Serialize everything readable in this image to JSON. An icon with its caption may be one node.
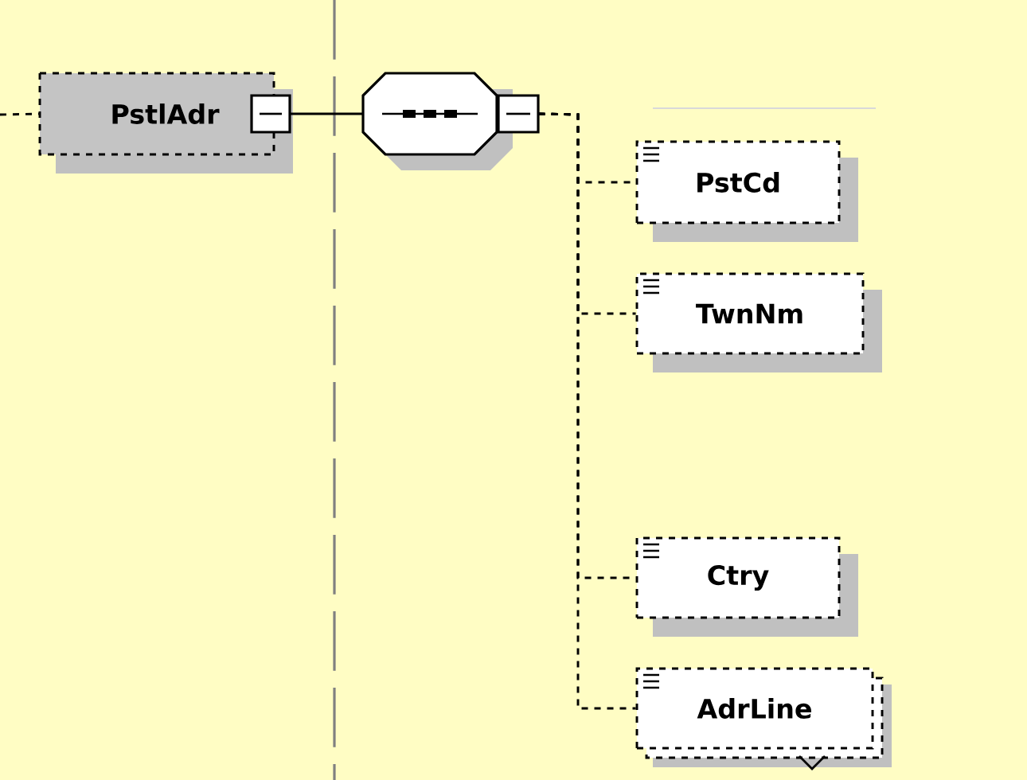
{
  "diagram": {
    "nodes": [
      {
        "text": [
          "PstlAdr"
        ]
      },
      {
        "text": [],
        "shape": "octagon"
      },
      {
        "text": [
          "PstCd"
        ]
      },
      {
        "text": [
          "TwnNm"
        ]
      },
      {
        "text": [
          "Ctry"
        ]
      },
      {
        "text": [
          "AdrLine"
        ]
      }
    ],
    "edges": [
      {
        "from": null,
        "to": 0,
        "arrow": "none",
        "style": "dashed"
      },
      {
        "from": 0,
        "to": 1,
        "arrow": "none"
      },
      {
        "from": 1,
        "to": 2,
        "arrow": "none",
        "style": "dashed"
      },
      {
        "from": 1,
        "to": 3,
        "arrow": "none",
        "style": "dashed"
      },
      {
        "from": 1,
        "to": 4,
        "arrow": "none",
        "style": "dashed"
      },
      {
        "from": 1,
        "to": 5,
        "arrow": "none",
        "style": "dashed"
      }
    ]
  }
}
